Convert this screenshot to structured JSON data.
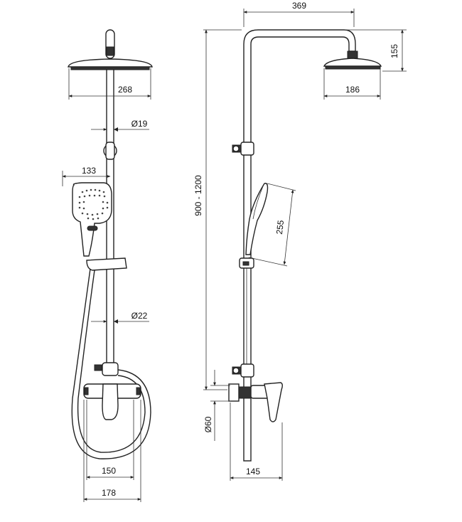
{
  "front_view": {
    "head_width": "268",
    "pipe_diameter_top": "Ø19",
    "handshower_width": "133",
    "pipe_diameter_bottom": "Ø22",
    "inlet_spacing": "150",
    "mixer_width": "178"
  },
  "side_view": {
    "projection": "369",
    "head_height": "155",
    "head_width": "186",
    "height_range": "900 - 1200",
    "handshower_length": "255",
    "connection_diameter": "Ø60",
    "wall_offset": "145"
  }
}
